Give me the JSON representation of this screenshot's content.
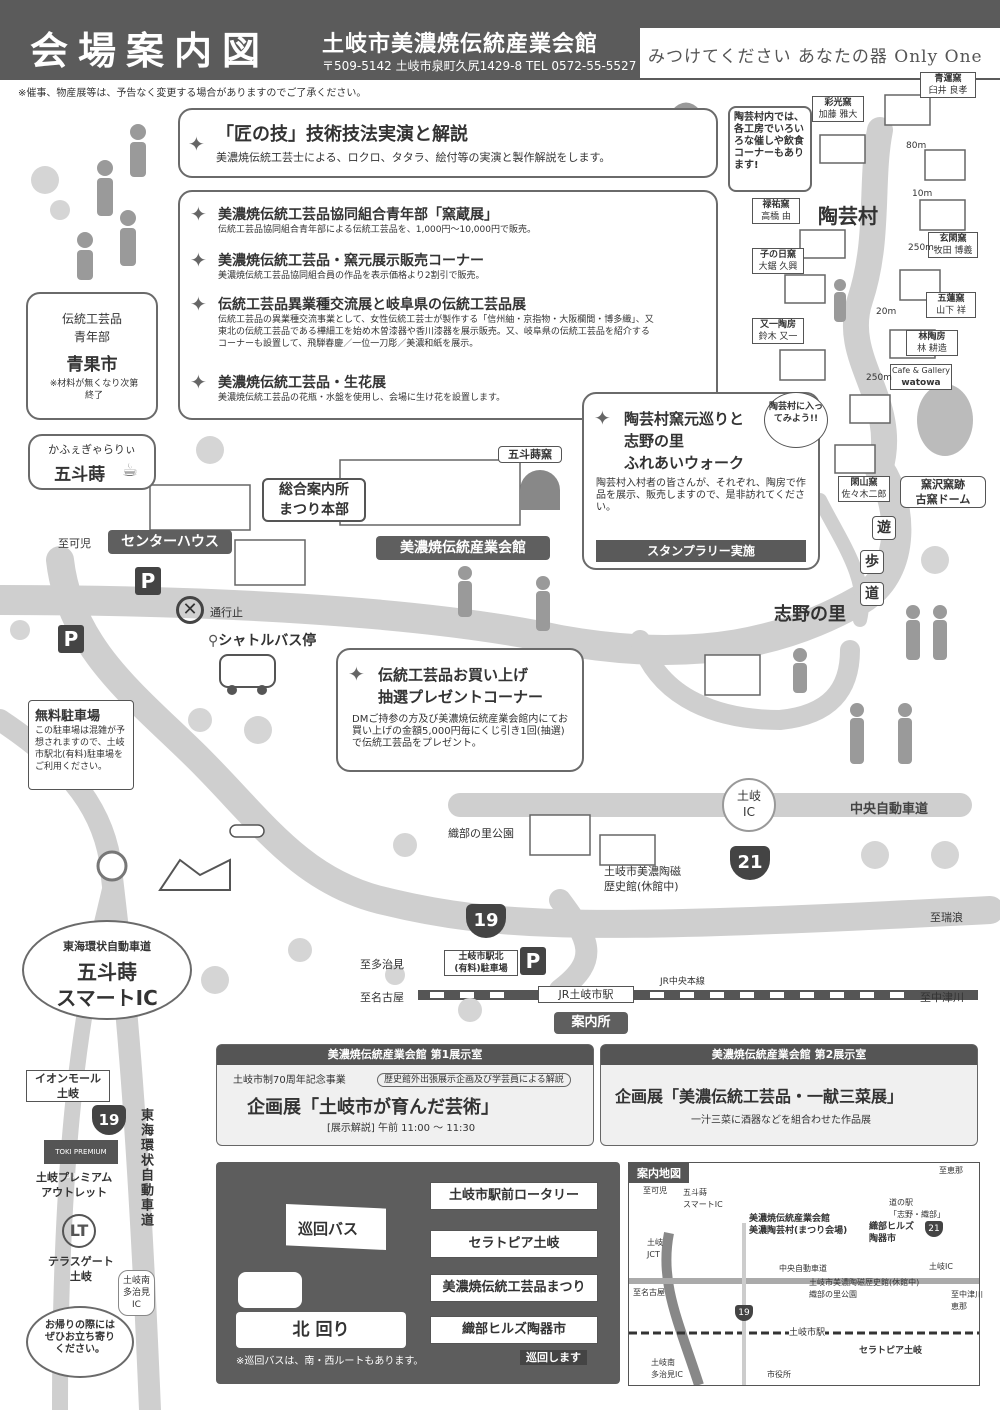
{
  "header": {
    "title": "会場案内図",
    "venue_name": "土岐市美濃焼伝統産業会館",
    "address": "〒509-5142 土岐市泉町久尻1429-8 TEL 0572-55-5527",
    "tagline": "みつけてください あなたの器 Only One"
  },
  "notice": "※催事、物産展等は、予告なく変更する場合がありますのでご了承ください。",
  "takumi": {
    "title": "「匠の技」技術技法実演と解説",
    "desc": "美濃焼伝統工芸士による、ロクロ、タタラ、絵付等の実演と製作解説をします。"
  },
  "events": [
    {
      "title": "美濃焼伝統工芸品協同組合青年部「窯蔵展」",
      "desc": "伝統工芸品協同組合青年部による伝統工芸品を、1,000円〜10,000円で販売。"
    },
    {
      "title": "美濃焼伝統工芸品・窯元展示販売コーナー",
      "desc": "美濃焼伝統工芸品協同組合員の作品を表示価格より2割引で販売。"
    },
    {
      "title": "伝統工芸品異業種交流展と岐阜県の伝統工芸品展",
      "desc": "伝統工芸品の異業種交流事業として、女性伝統工芸士が製作する「信州紬・京指物・大阪欄間・博多織」、又東北の伝統工芸品である樺細工を始め木曽漆器や香川漆器を展示販売。又、岐阜県の伝統工芸品を紹介するコーナーも設置して、飛騨春慶／一位一刀彫／美濃和紙を展示。"
    },
    {
      "title": "美濃焼伝統工芸品・生花展",
      "desc": "美濃焼伝統工芸品の花瓶・水盤を使用し、会場に生け花を設置します。"
    }
  ],
  "aoichi": {
    "line1": "伝統工芸品",
    "line2": "青年部",
    "title": "青果市",
    "note": "※材料が無くなり次第終了"
  },
  "cafe": {
    "small": "かふぇぎゃらりぃ",
    "name": "五斗蒔"
  },
  "pottery_village_note": "陶芸村内では、各工房でいろいろな催しや飲食コーナーもあります!",
  "pottery_village": "陶芸村",
  "kilns": [
    {
      "name": "青運窯",
      "person": "臼井 良孝"
    },
    {
      "name": "彩光窯",
      "person": "加藤 雅大"
    },
    {
      "name": "禄祐窯",
      "person": "高橋 由"
    },
    {
      "name": "玄閑窯",
      "person": "牧田 博義"
    },
    {
      "name": "子の日窯",
      "person": "大鋸 久興"
    },
    {
      "name": "五蓮窯",
      "person": "山下 祥"
    },
    {
      "name": "又一陶房",
      "person": "鈴木 又一"
    },
    {
      "name": "林陶房",
      "person": "林 耕造"
    },
    {
      "name": "Cafe & Gallery",
      "person": "watowa"
    },
    {
      "name": "閑山窯",
      "person": "佐々木二郎"
    }
  ],
  "distances": [
    "80m",
    "10m",
    "250m",
    "20m",
    "250m"
  ],
  "kiln_ruins": {
    "line1": "窯沢窯跡",
    "line2": "古窯ドーム"
  },
  "walk": {
    "badge": "陶芸村に入ってみよう!!",
    "title1": "陶芸村窯元巡りと",
    "title2": "志野の里",
    "title3": "ふれあいウォーク",
    "desc": "陶芸村入村者の皆さんが、それぞれ、陶房で作品を展示、販売しますので、是非訪れてください。",
    "stamp": "スタンプラリー実施"
  },
  "map_labels": {
    "center_house": "センターハウス",
    "to_kani": "至可児",
    "info_center": "総合案内所\nまつり本部",
    "gotomaki_kiln": "五斗蒔窯",
    "main_hall": "美濃焼伝統産業会館",
    "no_entry": "通行止",
    "shuttle_stop": "シャトルバス停",
    "yuhodo": [
      "遊",
      "歩",
      "道"
    ],
    "shino": "志野の里",
    "toki_ic": "土岐\nIC",
    "chuo_expressway": "中央自動車道",
    "oribe_park": "織部の里公園",
    "museum": "土岐市美濃陶磁\n歴史館(休館中)",
    "route21": "21",
    "route19": "19",
    "to_mizunami": "至瑞浪",
    "to_tajimi": "至多治見",
    "parking_north": "土岐市駅北\n(有料)駐車場",
    "to_nagoya": "至名古屋",
    "jr_station": "JR土岐市駅",
    "jr_line": "JR中央本線",
    "to_nakatsugawa": "至中津川",
    "info_desk": "案内所",
    "p": "P"
  },
  "present": {
    "title1": "伝統工芸品お買い上げ",
    "title2": "抽選プレゼントコーナー",
    "desc": "DMご持参の方及び美濃焼伝統産業会館内にてお買い上げの金額5,000円毎にくじ引き1回(抽選)で伝統工芸品をプレゼント。"
  },
  "parking_free": {
    "title": "無料駐車場",
    "desc": "この駐車場は混雑が予想されますので、土岐市駅北(有料)駐車場をご利用ください。"
  },
  "smart_ic": {
    "top": "東海環状自動車道",
    "line1": "五斗蒔",
    "line2": "スマートIC"
  },
  "exhibit1": {
    "header": "美濃焼伝統産業会館 第1展示室",
    "sub": "土岐市制70周年記念事業",
    "note": "歴史館外出張展示企画及び学芸員による解説",
    "title": "企画展「土岐市が育んだ芸術」",
    "time": "[展示解説] 午前 11:00 〜 11:30"
  },
  "exhibit2": {
    "header": "美濃焼伝統産業会館 第2展示室",
    "title": "企画展「美濃伝統工芸品・一献三菜展」",
    "desc": "一汁三菜に酒器などを組合わせた作品展"
  },
  "left_column": {
    "aeon": "イオンモール\n土岐",
    "outlet_logo": "TOKI PREMIUM OUTLETS",
    "outlet": "土岐プレミアム\nアウトレット",
    "terrace": "テラスゲート\n土岐",
    "highway_vertical": "東海環状自動車道",
    "ic_south": "土岐南\n多治見\nIC",
    "visit": "お帰りの際には\nぜひお立ち寄り\nください。"
  },
  "bus": {
    "label": "巡回バス",
    "direction": "北 回り",
    "stops": [
      "土岐市駅前ロータリー",
      "セラトピア土岐",
      "美濃焼伝統工芸品まつり",
      "織部ヒルズ陶器市"
    ],
    "loop": "巡回します",
    "note": "※巡回バスは、南・西ルートもあります。"
  },
  "mini_map": {
    "title": "案内地図",
    "hall": "美濃焼伝統産業会館\n美濃陶芸村(まつり会場)",
    "oribe": "織部ヒルズ\n陶器市",
    "michi": "道の駅\n「志野・織部」",
    "chuo": "中央自動車道",
    "station": "土岐市駅",
    "seratopia": "セラトピア土岐",
    "museum": "土岐市美濃陶磁歴史館(休館中)\n織部の里公園",
    "toki_ic": "土岐IC",
    "to_kani": "至可児",
    "gotomaki": "五斗蒔\nスマートIC",
    "jct": "土岐\nJCT",
    "to_ena": "至恵那",
    "to_nakatsugawa": "至中津川\n恵那",
    "to_nagoya": "至名古屋",
    "south_ic": "土岐南\n多治見IC",
    "cityhall": "市役所",
    "r21": "21",
    "r19": "19"
  }
}
